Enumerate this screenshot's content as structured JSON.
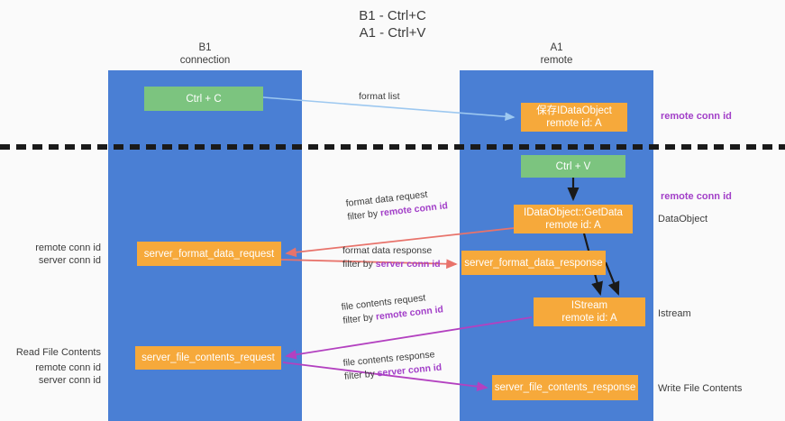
{
  "title": "B1 - Ctrl+C\nA1 - Ctrl+V",
  "lanes": {
    "left": {
      "name": "B1",
      "role": "connection",
      "header": "B1\nconnection"
    },
    "right": {
      "name": "A1",
      "role": "remote",
      "header": "A1\nremote"
    }
  },
  "colors": {
    "lane": "#4a7fd4",
    "orange_node": "#f6a93b",
    "green_node": "#7cc47f",
    "purple_text": "#a23fc8",
    "green_text": "#5aa96a",
    "red_arrow": "#e8736b",
    "magenta_arrow": "#b341c0",
    "blue_arrow": "#9dc8f0",
    "black_arrow": "#1a1a1a",
    "divider": "#1a1a1a",
    "background": "#fafafa"
  },
  "nodes": {
    "ctrl_c": {
      "label": "Ctrl + C",
      "color": "green"
    },
    "save_dataobject": {
      "label": "保存IDataObject\nremote id: A",
      "color": "orange"
    },
    "ctrl_v": {
      "label": "Ctrl + V",
      "color": "green"
    },
    "getdata": {
      "label": "IDataObject::GetData\nremote id: A",
      "color": "orange"
    },
    "server_format_data_request": {
      "label": "server_format_data_request",
      "color": "orange"
    },
    "server_format_data_response": {
      "label": "server_format_data_response",
      "color": "orange"
    },
    "istream": {
      "label": "IStream\nremote id: A",
      "color": "orange"
    },
    "server_file_contents_request": {
      "label": "server_file_contents_request",
      "color": "orange"
    },
    "server_file_contents_response": {
      "label": "server_file_contents_response",
      "color": "orange"
    }
  },
  "edges": [
    {
      "id": "format_list",
      "line1": "format list",
      "line2": "",
      "filter_key": "",
      "color": "blue"
    },
    {
      "id": "format_data_request",
      "line1": "format data request",
      "line2": "filter by ",
      "filter_key": "remote conn id",
      "color": "red"
    },
    {
      "id": "format_data_response",
      "line1": "format data response",
      "line2": "filter by ",
      "filter_key": "server conn id",
      "color": "red"
    },
    {
      "id": "file_contents_request",
      "line1": "file contents request",
      "line2": "filter by ",
      "filter_key": "remote conn id",
      "color": "magenta"
    },
    {
      "id": "file_contents_response",
      "line1": "file contents response",
      "line2": "filter by ",
      "filter_key": "server conn id",
      "color": "magenta"
    }
  ],
  "annotations": {
    "right": {
      "remote_conn_id_top": "remote conn id",
      "remote_conn_id_mid": "remote conn id",
      "dataobject": "DataObject",
      "istream": "Istream",
      "write_file_contents": "Write File Contents"
    },
    "left": {
      "remote_conn_id_1": "remote conn id",
      "server_conn_id_1": "server conn id",
      "read_file_contents": "Read File Contents",
      "remote_conn_id_2": "remote conn id",
      "server_conn_id_2": "server conn id"
    }
  }
}
